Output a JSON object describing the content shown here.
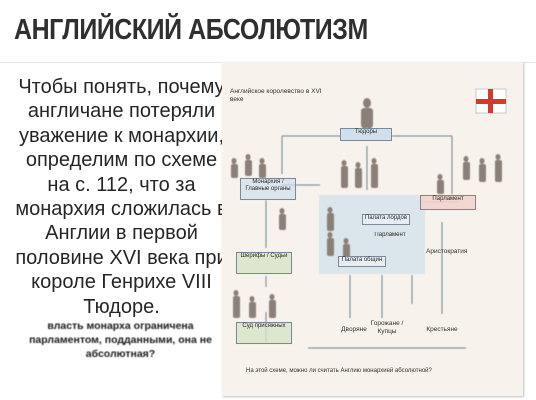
{
  "slide": {
    "title": "АНГЛИЙСКИЙ АБСОЛЮТИЗМ",
    "body": "Чтобы понять, почему англичане потеряли уважение к монархии, определим по схеме на с. 112, что за монархия сложилась в Англии в первой половине XVI века при короле Генрихе VIII Тюдоре.",
    "question": "власть монарха ограничена парламентом, подданными, она не абсолютная?"
  },
  "scheme": {
    "heading": "Английское королевство в XVI веке",
    "boxes": {
      "tudor": "Тюдоры",
      "left_top": "Монархия / Главные органы",
      "left_mid": "Шерифы / Судьи",
      "left_bottom": "Суд присяжных",
      "right_top": "Парламент",
      "center_top": "Палата лордов",
      "center_mid": "Парламент",
      "center_low": "Палата общин",
      "side_note": "Аристократия",
      "bottom_left": "Дворяне",
      "bottom_mid": "Горожане / Купцы",
      "bottom_right": "Крестьяне"
    },
    "footer": "На этой схеме, можно ли считать Англию монархией абсолютной?",
    "colors": {
      "box_blue": "#cfe0ec",
      "box_green": "#d7e5c8",
      "box_pink": "#f2d3cf",
      "flag_cross": "#d23a2a"
    }
  }
}
